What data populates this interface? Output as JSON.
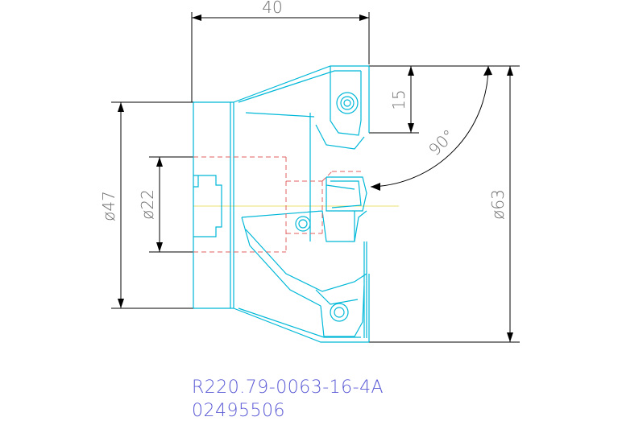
{
  "drawing": {
    "dim_width": "40",
    "dim_depth": "15",
    "dim_angle": "90°",
    "dim_bore_outer": "ø47",
    "dim_bore_inner": "ø22",
    "dim_cut_diameter": "ø63",
    "part_code": "R220.79-0063-16-4A",
    "part_number": "02495506"
  },
  "colors": {
    "tool_outline": "#00b8d8",
    "hidden_line": "#e06060",
    "centerline": "#e8e070",
    "dimension": "#000000",
    "code_text": "#5b5bd6"
  }
}
